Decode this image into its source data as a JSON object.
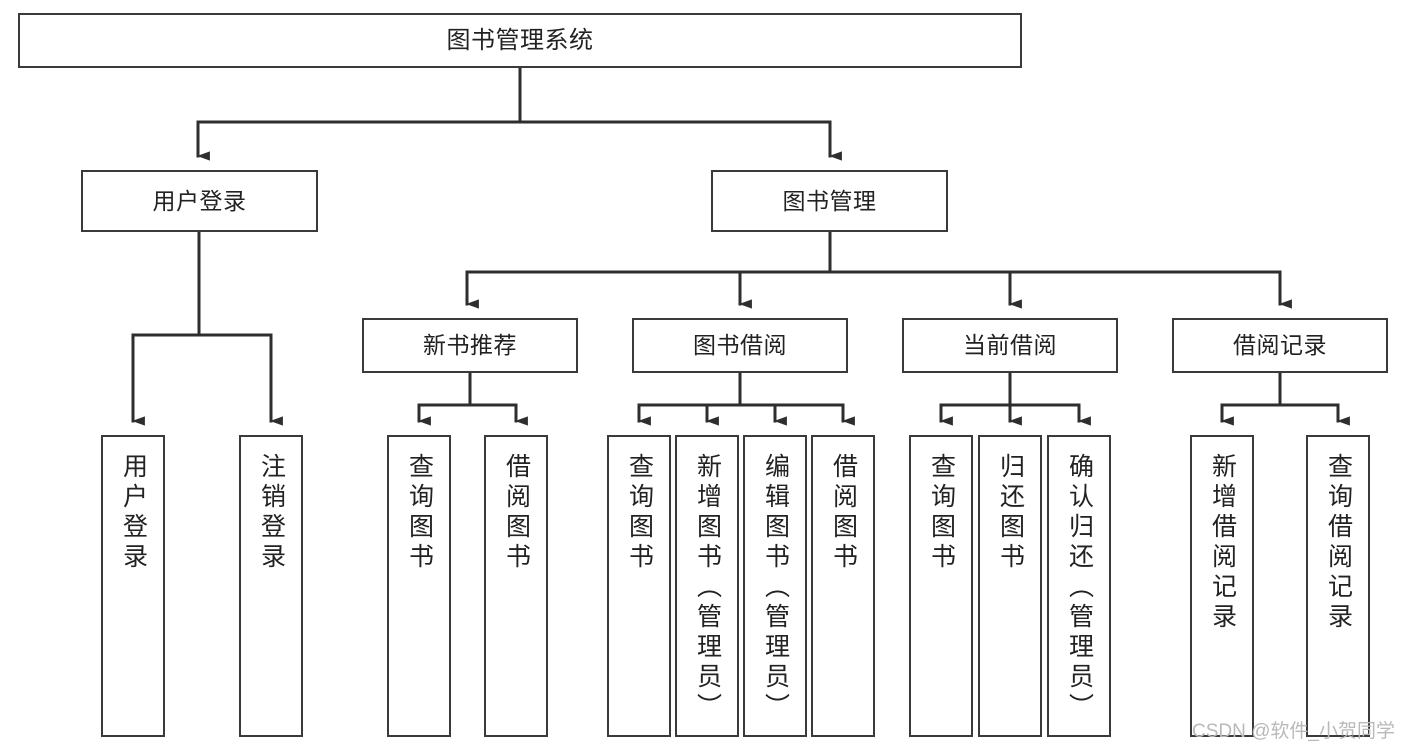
{
  "diagram": {
    "title": "图书管理系统",
    "type": "tree-hierarchy-chart",
    "levels": {
      "root": {
        "label": "图书管理系统"
      },
      "level2": [
        {
          "label": "用户登录"
        },
        {
          "label": "图书管理"
        }
      ],
      "level3": [
        {
          "label": "新书推荐"
        },
        {
          "label": "图书借阅"
        },
        {
          "label": "当前借阅"
        },
        {
          "label": "借阅记录"
        }
      ],
      "leaves": {
        "user_login": [
          {
            "label": "用户登录"
          },
          {
            "label": "注销登录"
          }
        ],
        "new_book_recommend": [
          {
            "label": "查询图书"
          },
          {
            "label": "借阅图书"
          }
        ],
        "book_borrow": [
          {
            "label": "查询图书"
          },
          {
            "label": "新增图书（管理员）"
          },
          {
            "label": "编辑图书（管理员）"
          },
          {
            "label": "借阅图书"
          }
        ],
        "current_borrow": [
          {
            "label": "查询图书"
          },
          {
            "label": "归还图书"
          },
          {
            "label": "确认归还（管理员）"
          }
        ],
        "borrow_record": [
          {
            "label": "新增借阅记录"
          },
          {
            "label": "查询借阅记录"
          }
        ]
      }
    },
    "colors": {
      "stroke": "#3a3a3a",
      "fill": "#ffffff",
      "text": "#222222",
      "watermark": "#b9b9b9"
    }
  },
  "watermark": {
    "text": "CSDN @软件_小贺同学"
  }
}
